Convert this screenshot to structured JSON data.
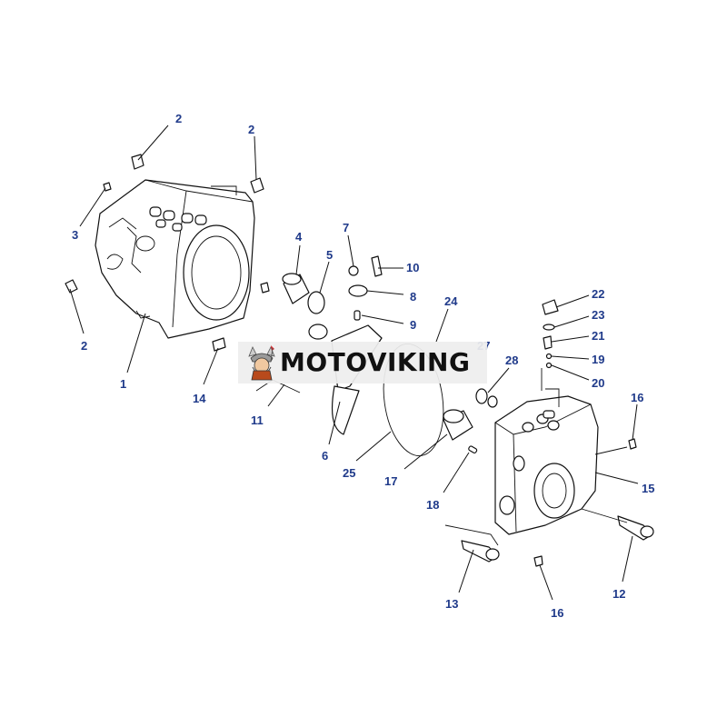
{
  "brand": {
    "name": "MOTOVIKING",
    "logo_icon": "viking-mascot-icon"
  },
  "colors": {
    "callout": "#1f3a8a",
    "line": "#111111",
    "banner": "#eeeeee"
  },
  "callouts": [
    {
      "id": "c1",
      "text": "2"
    },
    {
      "id": "c2",
      "text": "2"
    },
    {
      "id": "c3",
      "text": "3"
    },
    {
      "id": "c4",
      "text": "2"
    },
    {
      "id": "c5",
      "text": "1"
    },
    {
      "id": "c6",
      "text": "14"
    },
    {
      "id": "c7",
      "text": "4"
    },
    {
      "id": "c8",
      "text": "5"
    },
    {
      "id": "c9",
      "text": "7"
    },
    {
      "id": "c10",
      "text": "10"
    },
    {
      "id": "c11",
      "text": "8"
    },
    {
      "id": "c12",
      "text": "9"
    },
    {
      "id": "c13",
      "text": "24"
    },
    {
      "id": "c14",
      "text": "27"
    },
    {
      "id": "c15",
      "text": "11"
    },
    {
      "id": "c16",
      "text": "6"
    },
    {
      "id": "c17",
      "text": "25"
    },
    {
      "id": "c18",
      "text": "28"
    },
    {
      "id": "c19",
      "text": "17"
    },
    {
      "id": "c20",
      "text": "18"
    },
    {
      "id": "c21",
      "text": "22"
    },
    {
      "id": "c22",
      "text": "23"
    },
    {
      "id": "c23",
      "text": "21"
    },
    {
      "id": "c24",
      "text": "19"
    },
    {
      "id": "c25",
      "text": "20"
    },
    {
      "id": "c26",
      "text": "16"
    },
    {
      "id": "c27",
      "text": "15"
    },
    {
      "id": "c28",
      "text": "13"
    },
    {
      "id": "c29",
      "text": "16"
    },
    {
      "id": "c30",
      "text": "12"
    }
  ]
}
